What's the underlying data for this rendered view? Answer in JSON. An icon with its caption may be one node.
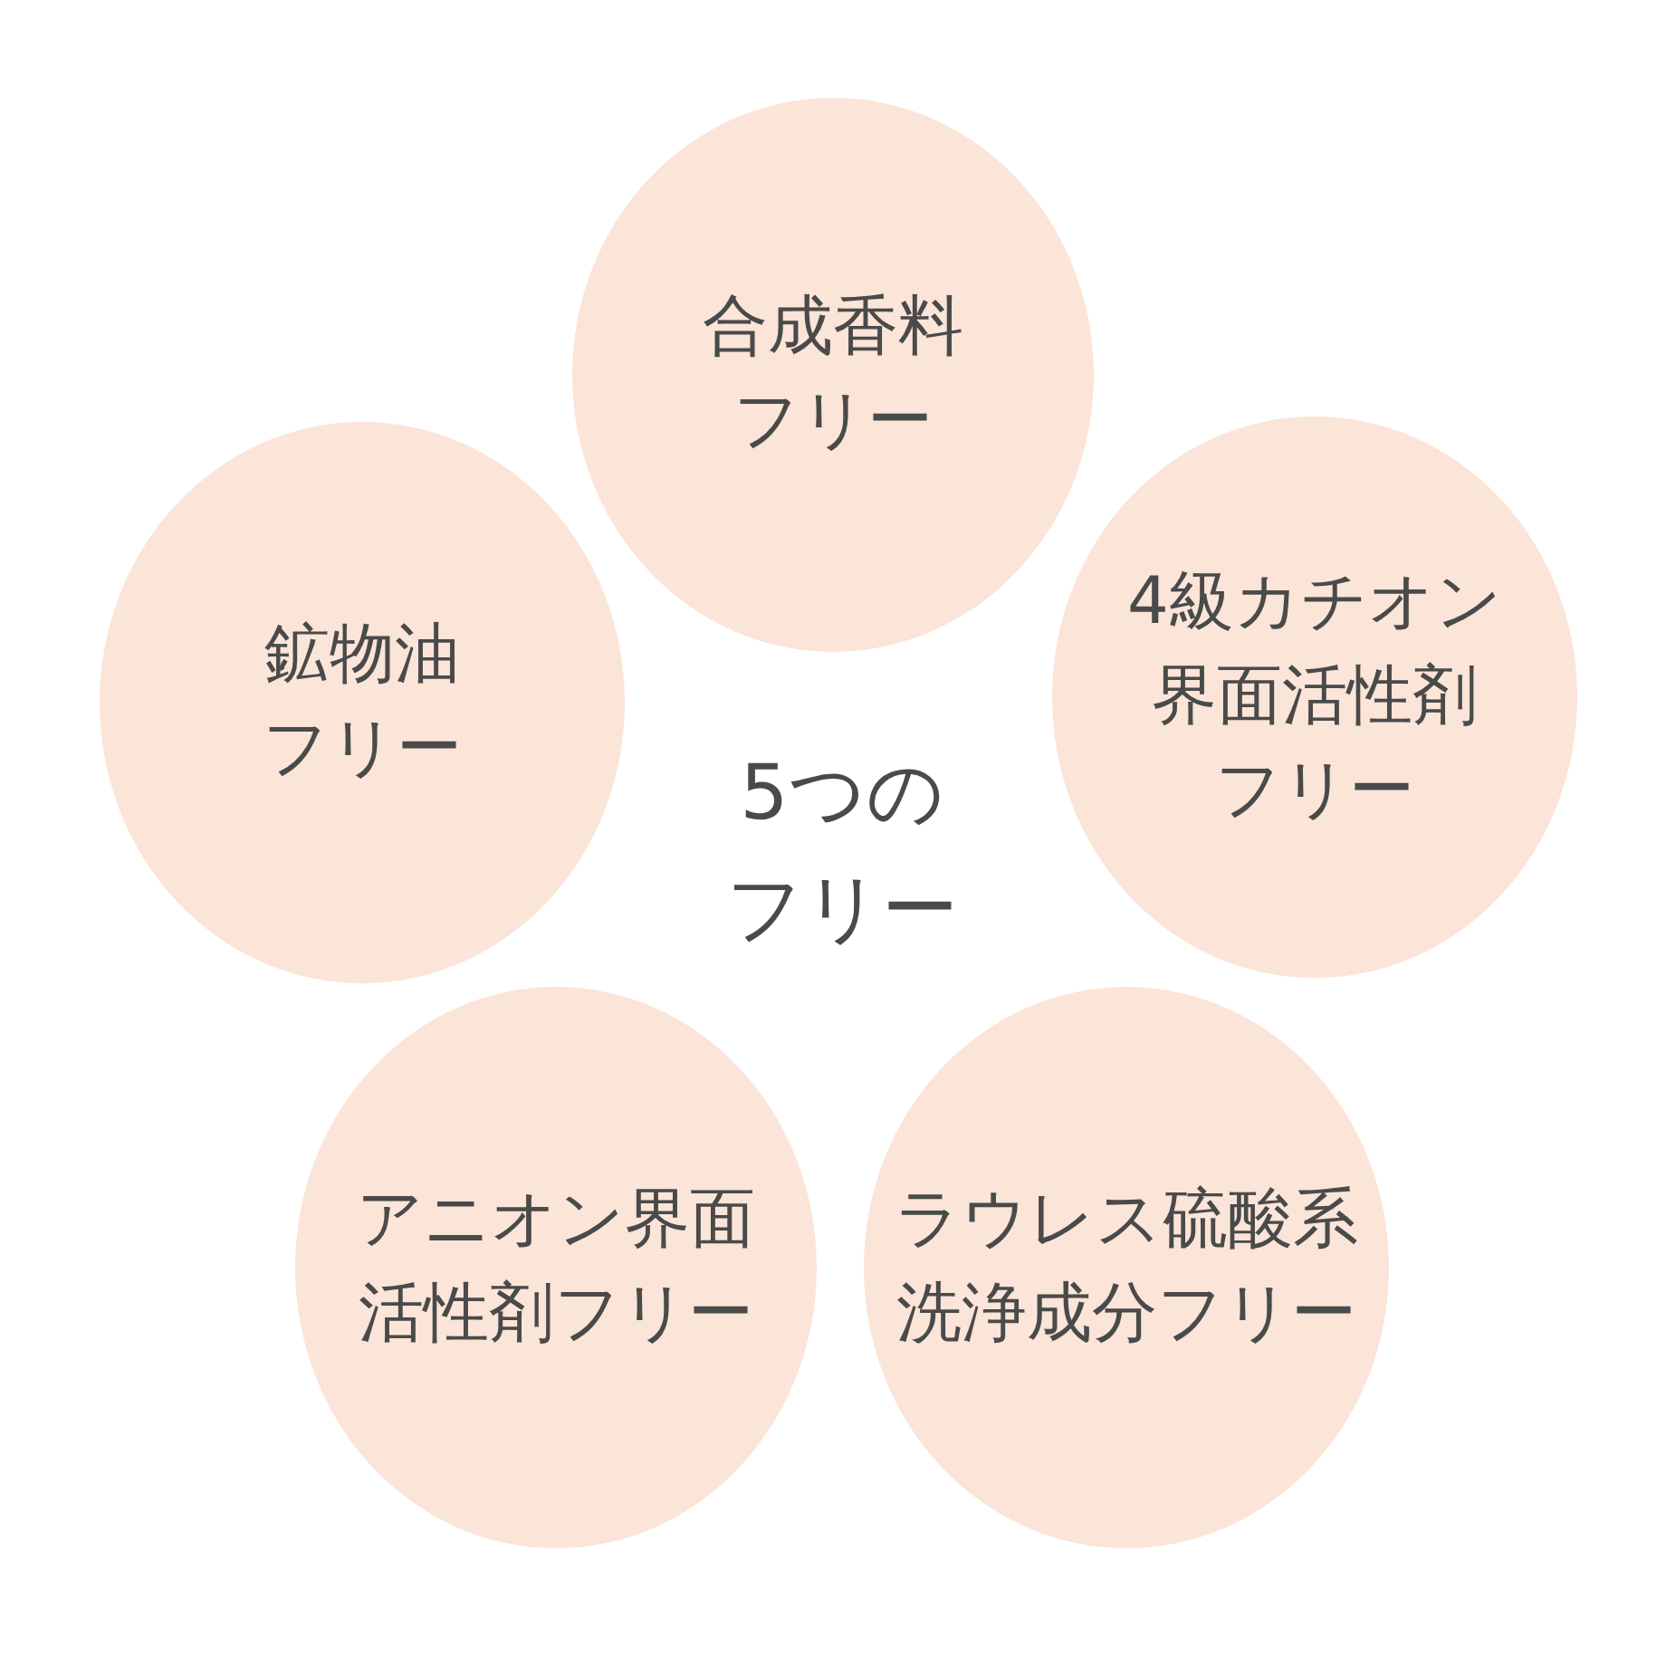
{
  "diagram": {
    "title": "5つのフリー",
    "nodes": [
      {
        "text": [
          "合成香料フリー"
        ]
      },
      {
        "text": [
          "鉱物油フリー"
        ]
      },
      {
        "text": [
          "4級カチオン界面活性剤フリー"
        ]
      },
      {
        "text": [
          "アニオン界面活性剤フリー"
        ]
      },
      {
        "text": [
          "ラウレス硫酸系洗浄成分フリー"
        ]
      }
    ]
  }
}
